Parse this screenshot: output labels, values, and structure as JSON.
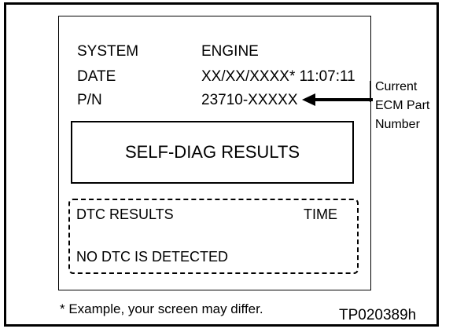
{
  "screen": {
    "system_label": "SYSTEM",
    "system_value": "ENGINE",
    "date_label": "DATE",
    "date_value": "XX/XX/XXXX* 11:07:11",
    "pn_label": "P/N",
    "pn_value": "23710-XXXXX",
    "results_title": "SELF-DIAG RESULTS",
    "dtc_header": "DTC RESULTS",
    "time_header": "TIME",
    "dtc_message": "NO DTC IS DETECTED"
  },
  "callout": {
    "line1": "Current",
    "line2": "ECM Part",
    "line3": "Number"
  },
  "footer": {
    "note": "* Example, your screen may differ.",
    "figure_id": "TP020389h"
  }
}
